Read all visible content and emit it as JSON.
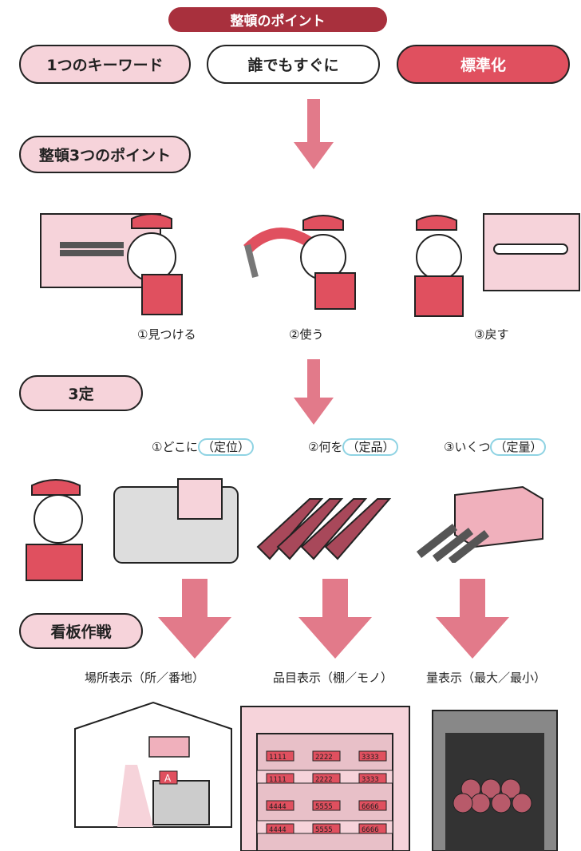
{
  "title": "整頓のポイント",
  "keyword_row": {
    "label": "1つのキーワード",
    "phrase": "誰でもすぐに",
    "keyword": "標準化"
  },
  "three_points": {
    "label": "整頓3つのポイント",
    "steps": [
      "①見つける",
      "②使う",
      "③戻す"
    ]
  },
  "three_fixed": {
    "label": "3定",
    "items": [
      {
        "prefix": "①どこに",
        "term": "（定位）"
      },
      {
        "prefix": "②何を",
        "term": "（定品）"
      },
      {
        "prefix": "③いくつ",
        "term": "（定量）"
      }
    ]
  },
  "signboard": {
    "label": "看板作戦",
    "items": [
      "場所表示（所／番地）",
      "品目表示（棚／モノ）",
      "量表示（最大／最小）"
    ],
    "location_sign": "A",
    "shelf_tags": [
      "1111",
      "2222",
      "3333",
      "4444",
      "5555",
      "6666"
    ]
  },
  "colors": {
    "dark_red": "#a8303d",
    "red": "#e0505f",
    "pink": "#f6d3da",
    "arrow": "#e27a8a",
    "highlight": "#8fd3e3"
  }
}
